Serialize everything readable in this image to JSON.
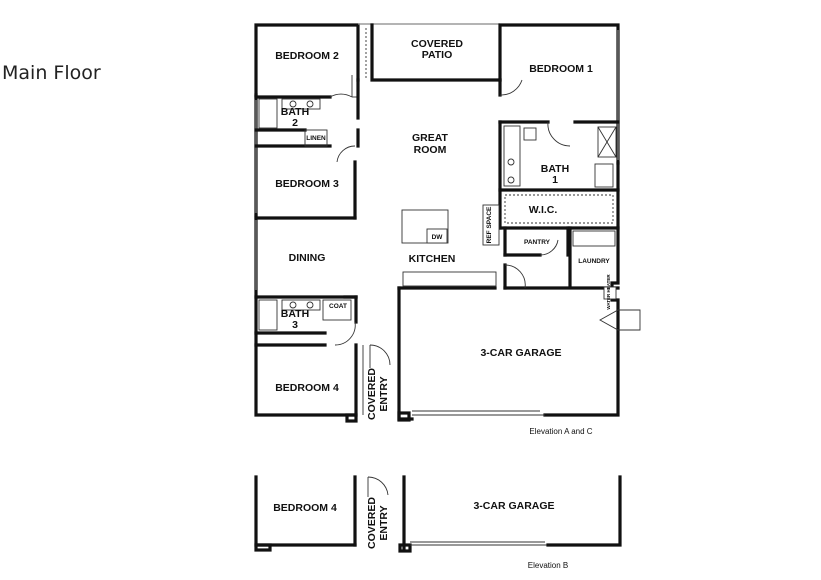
{
  "title": "Main Floor",
  "rooms": {
    "bedroom2": "BEDROOM 2",
    "covered_patio_1": "COVERED",
    "covered_patio_2": "PATIO",
    "bedroom1": "BEDROOM 1",
    "bath2_1": "BATH",
    "bath2_2": "2",
    "linen": "LINEN",
    "great_room_1": "GREAT",
    "great_room_2": "ROOM",
    "bath1_1": "BATH",
    "bath1_2": "1",
    "bedroom3": "BEDROOM 3",
    "wic": "W.I.C.",
    "dw": "DW",
    "ref_space": "REF SPACE",
    "pantry": "PANTRY",
    "dining": "DINING",
    "kitchen": "KITCHEN",
    "laundry": "LAUNDRY",
    "water_heater": "WATER HEATER",
    "bath3_1": "BATH",
    "bath3_2": "3",
    "coat": "COAT",
    "garage_a": "3-CAR GARAGE",
    "bedroom4_a": "BEDROOM 4",
    "covered_entry_a_1": "COVERED",
    "covered_entry_a_2": "ENTRY",
    "bedroom4_b": "BEDROOM 4",
    "covered_entry_b_1": "COVERED",
    "covered_entry_b_2": "ENTRY",
    "garage_b": "3-CAR GARAGE"
  },
  "captions": {
    "elevation_ac": "Elevation A and C",
    "elevation_b": "Elevation B"
  }
}
